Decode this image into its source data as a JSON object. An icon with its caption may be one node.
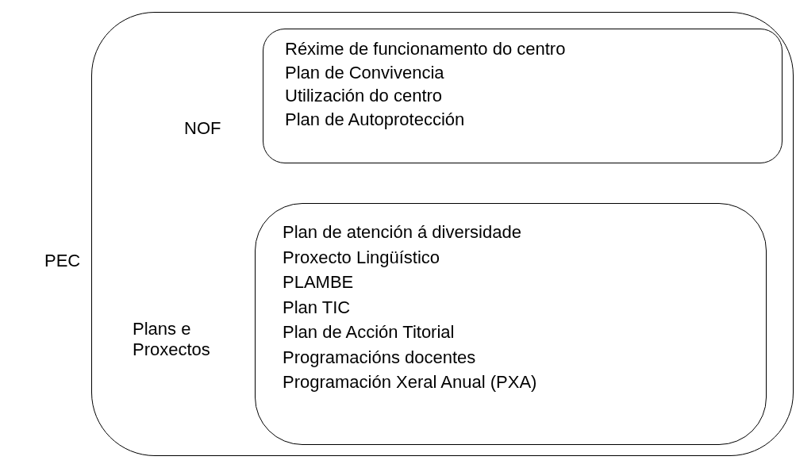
{
  "diagram": {
    "nodes": [
      {
        "text": [
          "PEC"
        ]
      },
      {
        "text": [
          "NOF",
          "Réxime de funcionamento do centro",
          "Plan de Convivencia",
          "Utilización do centro",
          "Plan de Autoprotección"
        ],
        "in": 0
      },
      {
        "text": [
          "Plans e Proxectos",
          "Plan de atención á diversidade",
          "Proxecto Lingüístico",
          "PLAMBE",
          "Plan TIC",
          "Plan de Acción Titorial",
          "Programacións docentes",
          "Programación Xeral Anual (PXA)"
        ],
        "in": 0
      }
    ]
  }
}
